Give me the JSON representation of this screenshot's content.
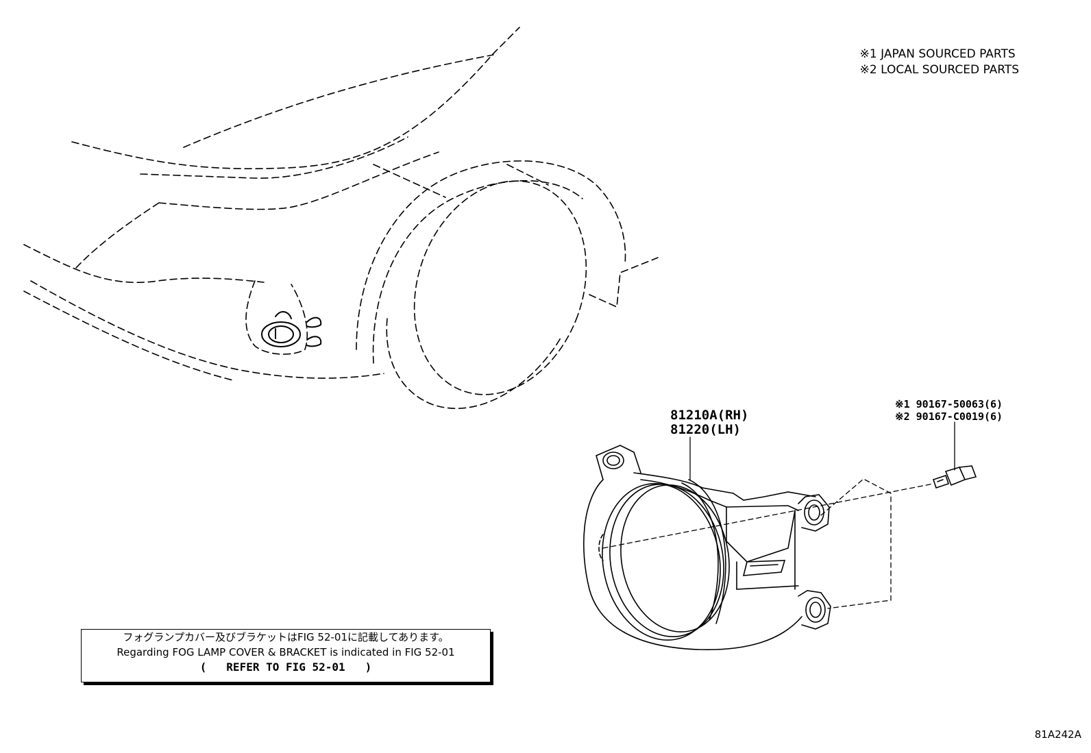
{
  "legend": {
    "line1": "※1 JAPAN SOURCED PARTS",
    "line2": "※2 LOCAL SOURCED PARTS"
  },
  "part_labels": {
    "fog_lamp_rh": "81210A(RH)",
    "fog_lamp_lh": "81220(LH)",
    "bolt_japan": "※1 90167-50063(6)",
    "bolt_local": "※2 90167-C0019(6)"
  },
  "note": {
    "line_jp": "フォグランプカバー及びブラケットはFIG 52-01に記載してあります。",
    "line_en": "Regarding FOG LAMP COVER & BRACKET is indicated in FIG 52-01",
    "line_ref": "(   REFER TO FIG 52-01   )"
  },
  "figure_code": "81A242A"
}
